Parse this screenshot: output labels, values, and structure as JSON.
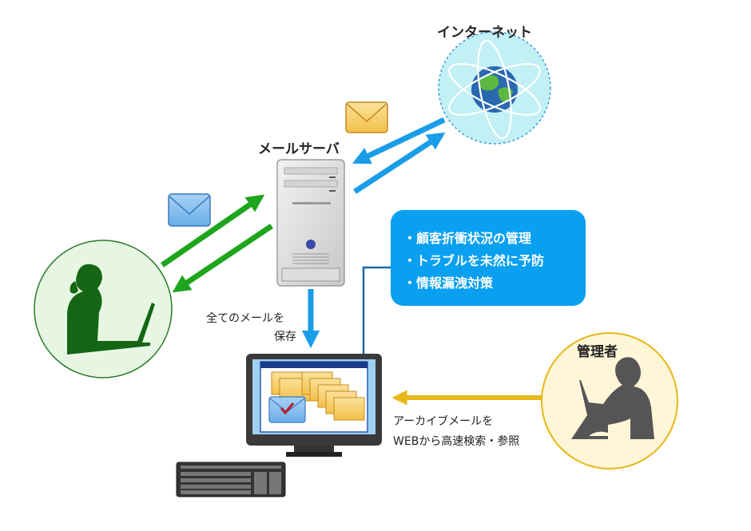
{
  "labels": {
    "internet": "インターネット",
    "mail_server": "メールサーバ",
    "save_all": [
      "全てのメールを",
      "保存"
    ],
    "admin": "管理者",
    "archive_search": [
      "アーカイブメールを",
      "WEBから高速検索・参照"
    ]
  },
  "callout": {
    "bullet": "・",
    "items": [
      "顧客折衝状況の管理",
      "トラブルを未然に予防",
      "情報漏洩対策"
    ]
  },
  "colors": {
    "blue_arrow": "#1a9de8",
    "green_arrow": "#1ea51e",
    "yellow_arrow": "#e8b818",
    "callout_bg": "#0aa0f0",
    "user_circle_fill": "#e6f6e2",
    "user_circle_stroke": "#2a7a2a",
    "admin_circle_fill": "#fff6d8",
    "admin_circle_stroke": "#e8b818",
    "internet_fill": "#c2f0f4",
    "connector_line": "#1a6aa8"
  }
}
